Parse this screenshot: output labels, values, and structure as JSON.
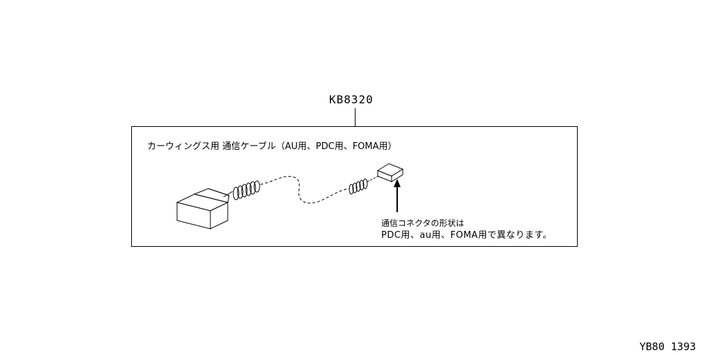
{
  "part_number": "KB8320",
  "description": "カーウィングス用 通信ケーブル（AU用、PDC用、FOMA用）",
  "connector_note": {
    "line1": "通信コネクタの形状は",
    "line2": "PDC用、au用、FOMA用で異なります。"
  },
  "figure_id": "YB80 1393"
}
